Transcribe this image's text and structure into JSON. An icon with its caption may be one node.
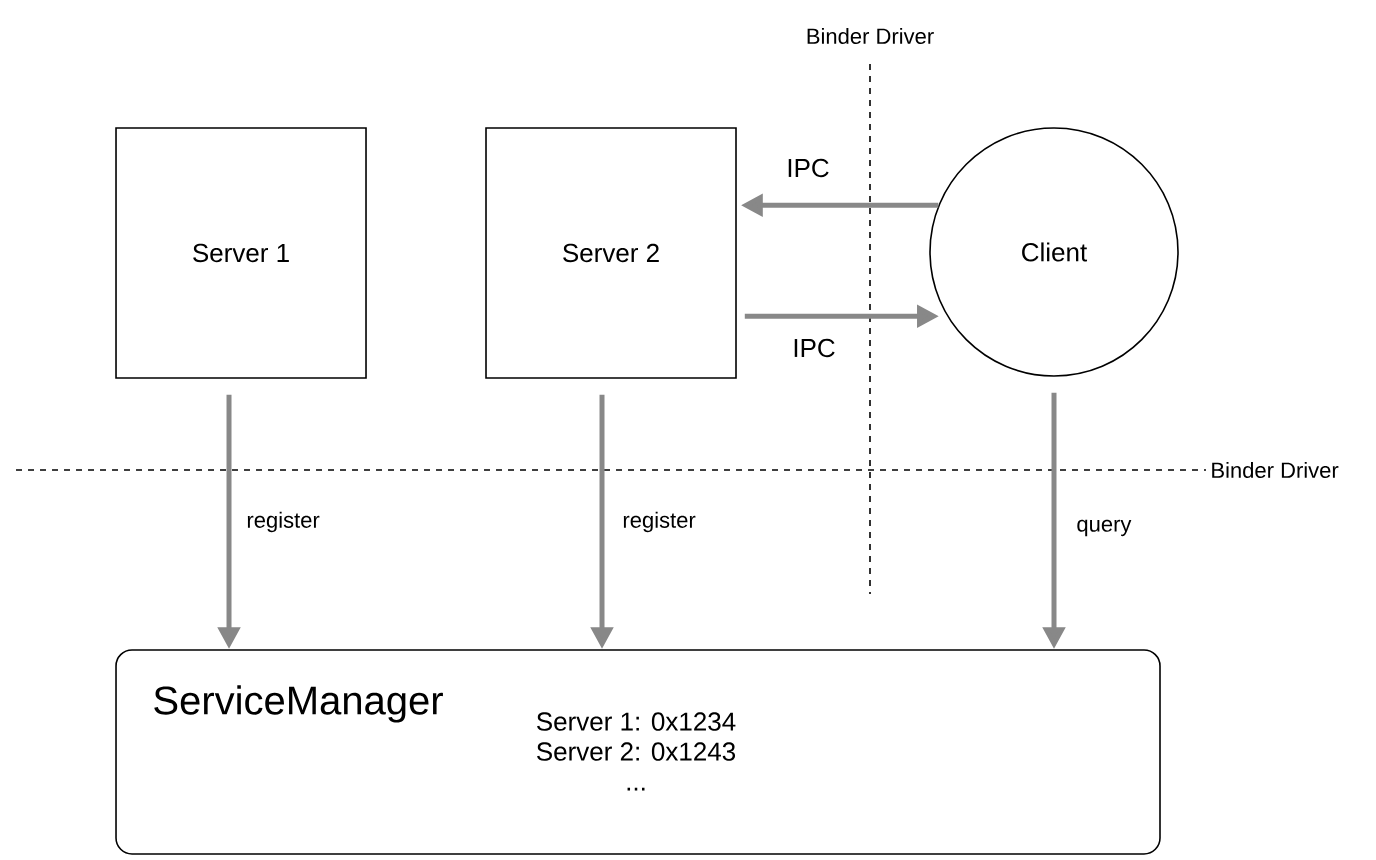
{
  "diagram": {
    "nodes": [
      {
        "text": [
          "Server 1"
        ]
      },
      {
        "text": [
          "Server 2"
        ]
      },
      {
        "text": [
          "Client"
        ]
      },
      {
        "text": [
          "ServiceManager",
          "Server 1: 0x1234",
          "Server 2: 0x1243",
          "..."
        ]
      }
    ],
    "edges": [
      {
        "from": 2,
        "to": 1,
        "arrow": "to",
        "label": "IPC"
      },
      {
        "from": 1,
        "to": 2,
        "arrow": "to",
        "label": "IPC"
      },
      {
        "from": 0,
        "to": 3,
        "arrow": "to",
        "label": "register"
      },
      {
        "from": 1,
        "to": 3,
        "arrow": "to",
        "label": "register"
      },
      {
        "from": 2,
        "to": 3,
        "arrow": "to",
        "label": "query"
      }
    ],
    "labels": [
      "Binder Driver",
      "Binder Driver"
    ]
  }
}
